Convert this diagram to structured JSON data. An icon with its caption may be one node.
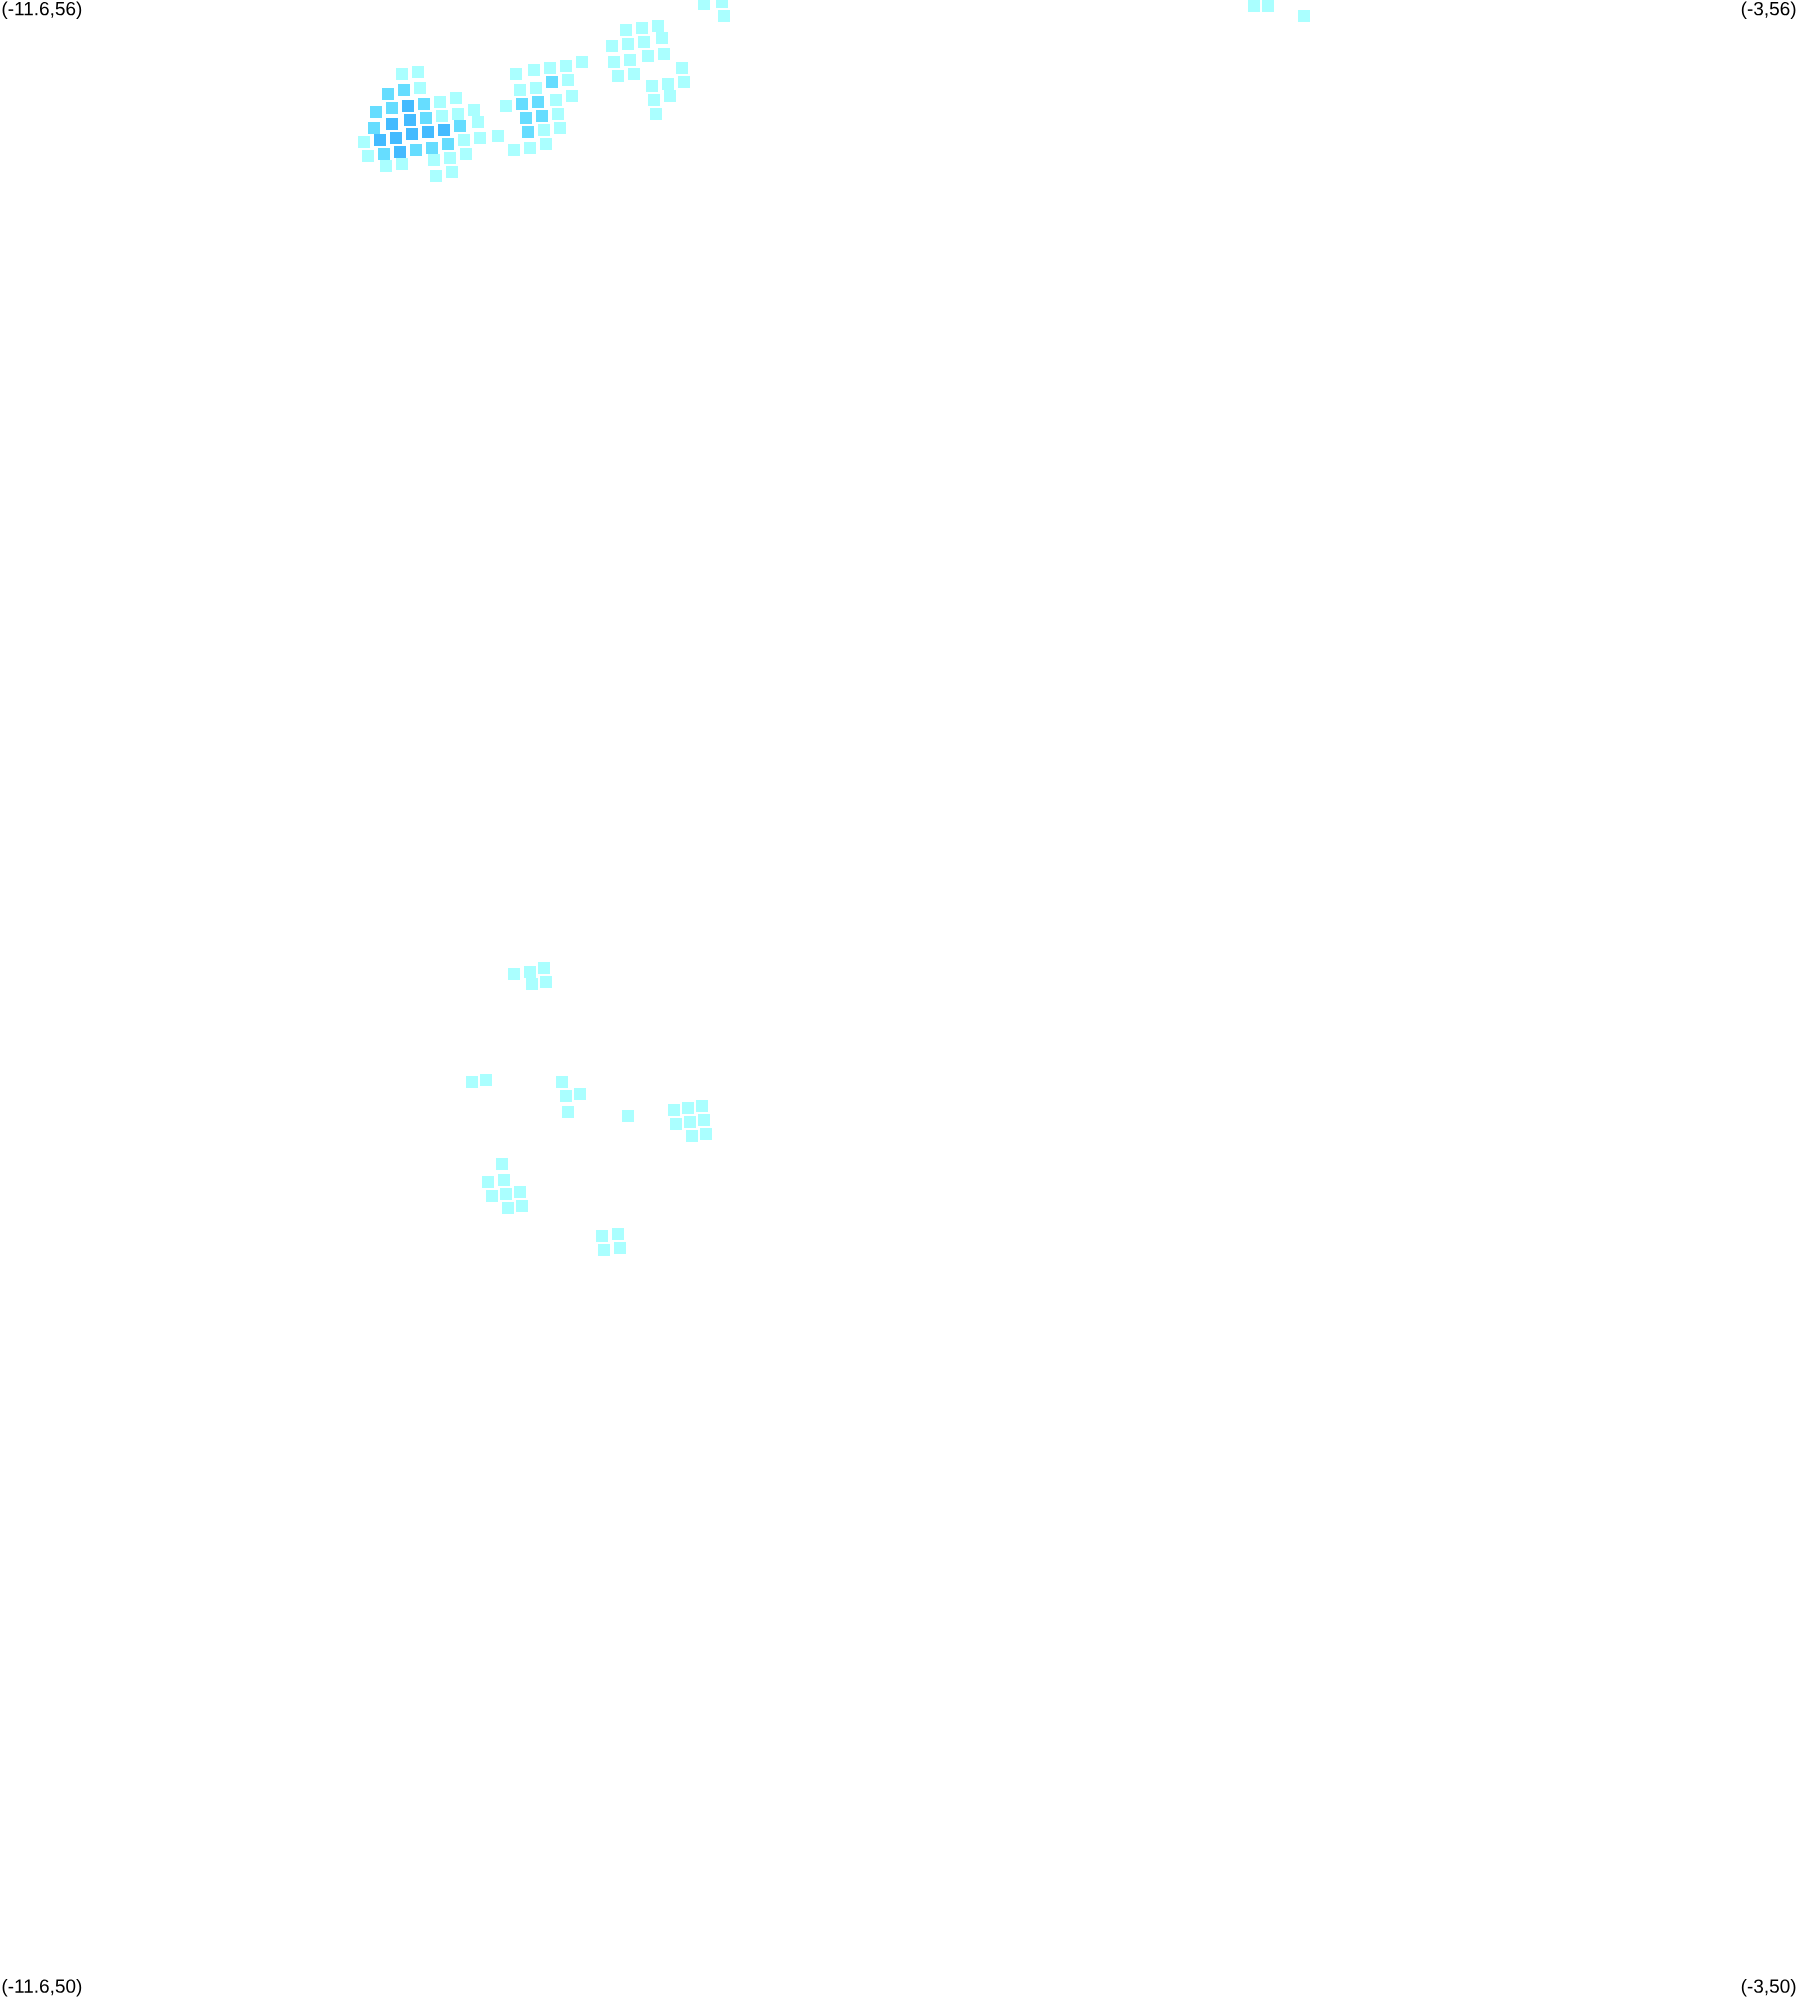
{
  "diagram": {
    "labels": [
      "(-11.6,56)",
      "(-3,56)",
      "(-11.6,50)",
      "(-3,50)"
    ]
  }
}
